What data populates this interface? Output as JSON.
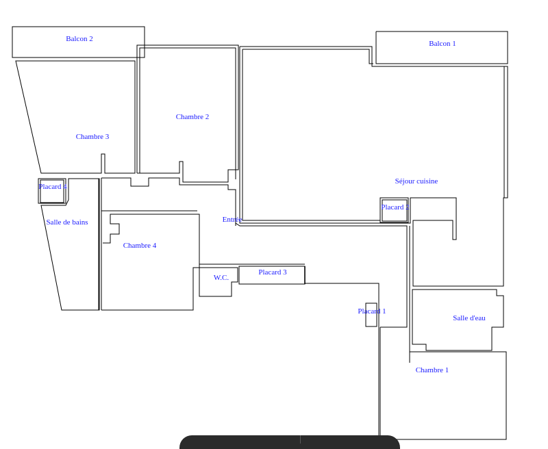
{
  "rooms": {
    "balcon2": "Balcon 2",
    "balcon1": "Balcon 1",
    "chambre3": "Chambre 3",
    "chambre2": "Chambre 2",
    "sejour": "Séjour cuisine",
    "placard4": "Placard 4",
    "salle_de_bains": "Salle de bains",
    "entree": "Entrée",
    "placard2": "Placard 2",
    "chambre4": "Chambre 4",
    "wc": "W.C.",
    "placard3": "Placard 3",
    "placard1": "Placard 1",
    "salle_eau": "Salle d'eau",
    "chambre1": "Chambre 1"
  },
  "colors": {
    "label": "#1a1aff",
    "wall": "#000000"
  }
}
